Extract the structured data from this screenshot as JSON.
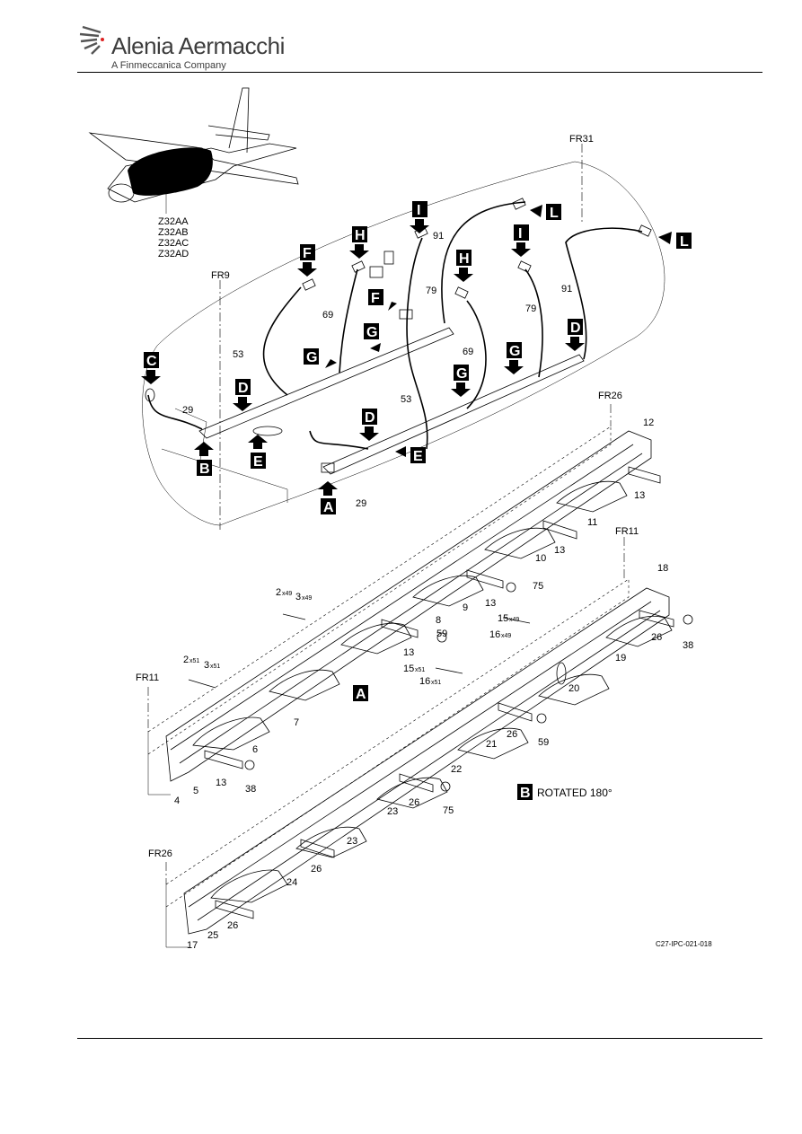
{
  "header": {
    "brand": "Alenia Aermacchi",
    "subtitle": "A Finmeccanica Company"
  },
  "drawing_code": "C27-IPC-021-018",
  "effectivity": [
    "Z32AA",
    "Z32AB",
    "Z32AC",
    "Z32AD"
  ],
  "frames": {
    "fr9": "FR9",
    "fr31": "FR31",
    "fr26a": "FR26",
    "fr11a": "FR11",
    "fr11b": "FR11",
    "fr26b": "FR26"
  },
  "view_letters": [
    "A",
    "B",
    "C",
    "D",
    "E",
    "F",
    "G",
    "H",
    "I",
    "L"
  ],
  "rotated_note": "ROTATED 180°",
  "item_numbers": {
    "i2a": "2",
    "q2a": "x49",
    "i3a": "3",
    "q3a": "x49",
    "i2b": "2",
    "q2b": "x51",
    "i3b": "3",
    "q3b": "x51",
    "i15a": "15",
    "q15a": "x49",
    "i16a": "16",
    "q16a": "x49",
    "i15b": "15",
    "q15b": "x51",
    "i16b": "16",
    "q16b": "x51",
    "n4": "4",
    "n5": "5",
    "n6": "6",
    "n7": "7",
    "n8": "8",
    "n9": "9",
    "n10": "10",
    "n11": "11",
    "n12": "12",
    "n13a": "13",
    "n13b": "13",
    "n13c": "13",
    "n13d": "13",
    "n13e": "13",
    "n17": "17",
    "n18": "18",
    "n19": "19",
    "n20": "20",
    "n21": "21",
    "n22": "22",
    "n23a": "23",
    "n23b": "23",
    "n24": "24",
    "n25": "25",
    "n26a": "26",
    "n26b": "26",
    "n26c": "26",
    "n26d": "26",
    "n26e": "26",
    "n29a": "29",
    "n29b": "29",
    "n38a": "38",
    "n38b": "38",
    "n53a": "53",
    "n53b": "53",
    "n59a": "59",
    "n59b": "59",
    "n69a": "69",
    "n69b": "69",
    "n75a": "75",
    "n75b": "75",
    "n79a": "79",
    "n79b": "79",
    "n91a": "91",
    "n91b": "91"
  }
}
